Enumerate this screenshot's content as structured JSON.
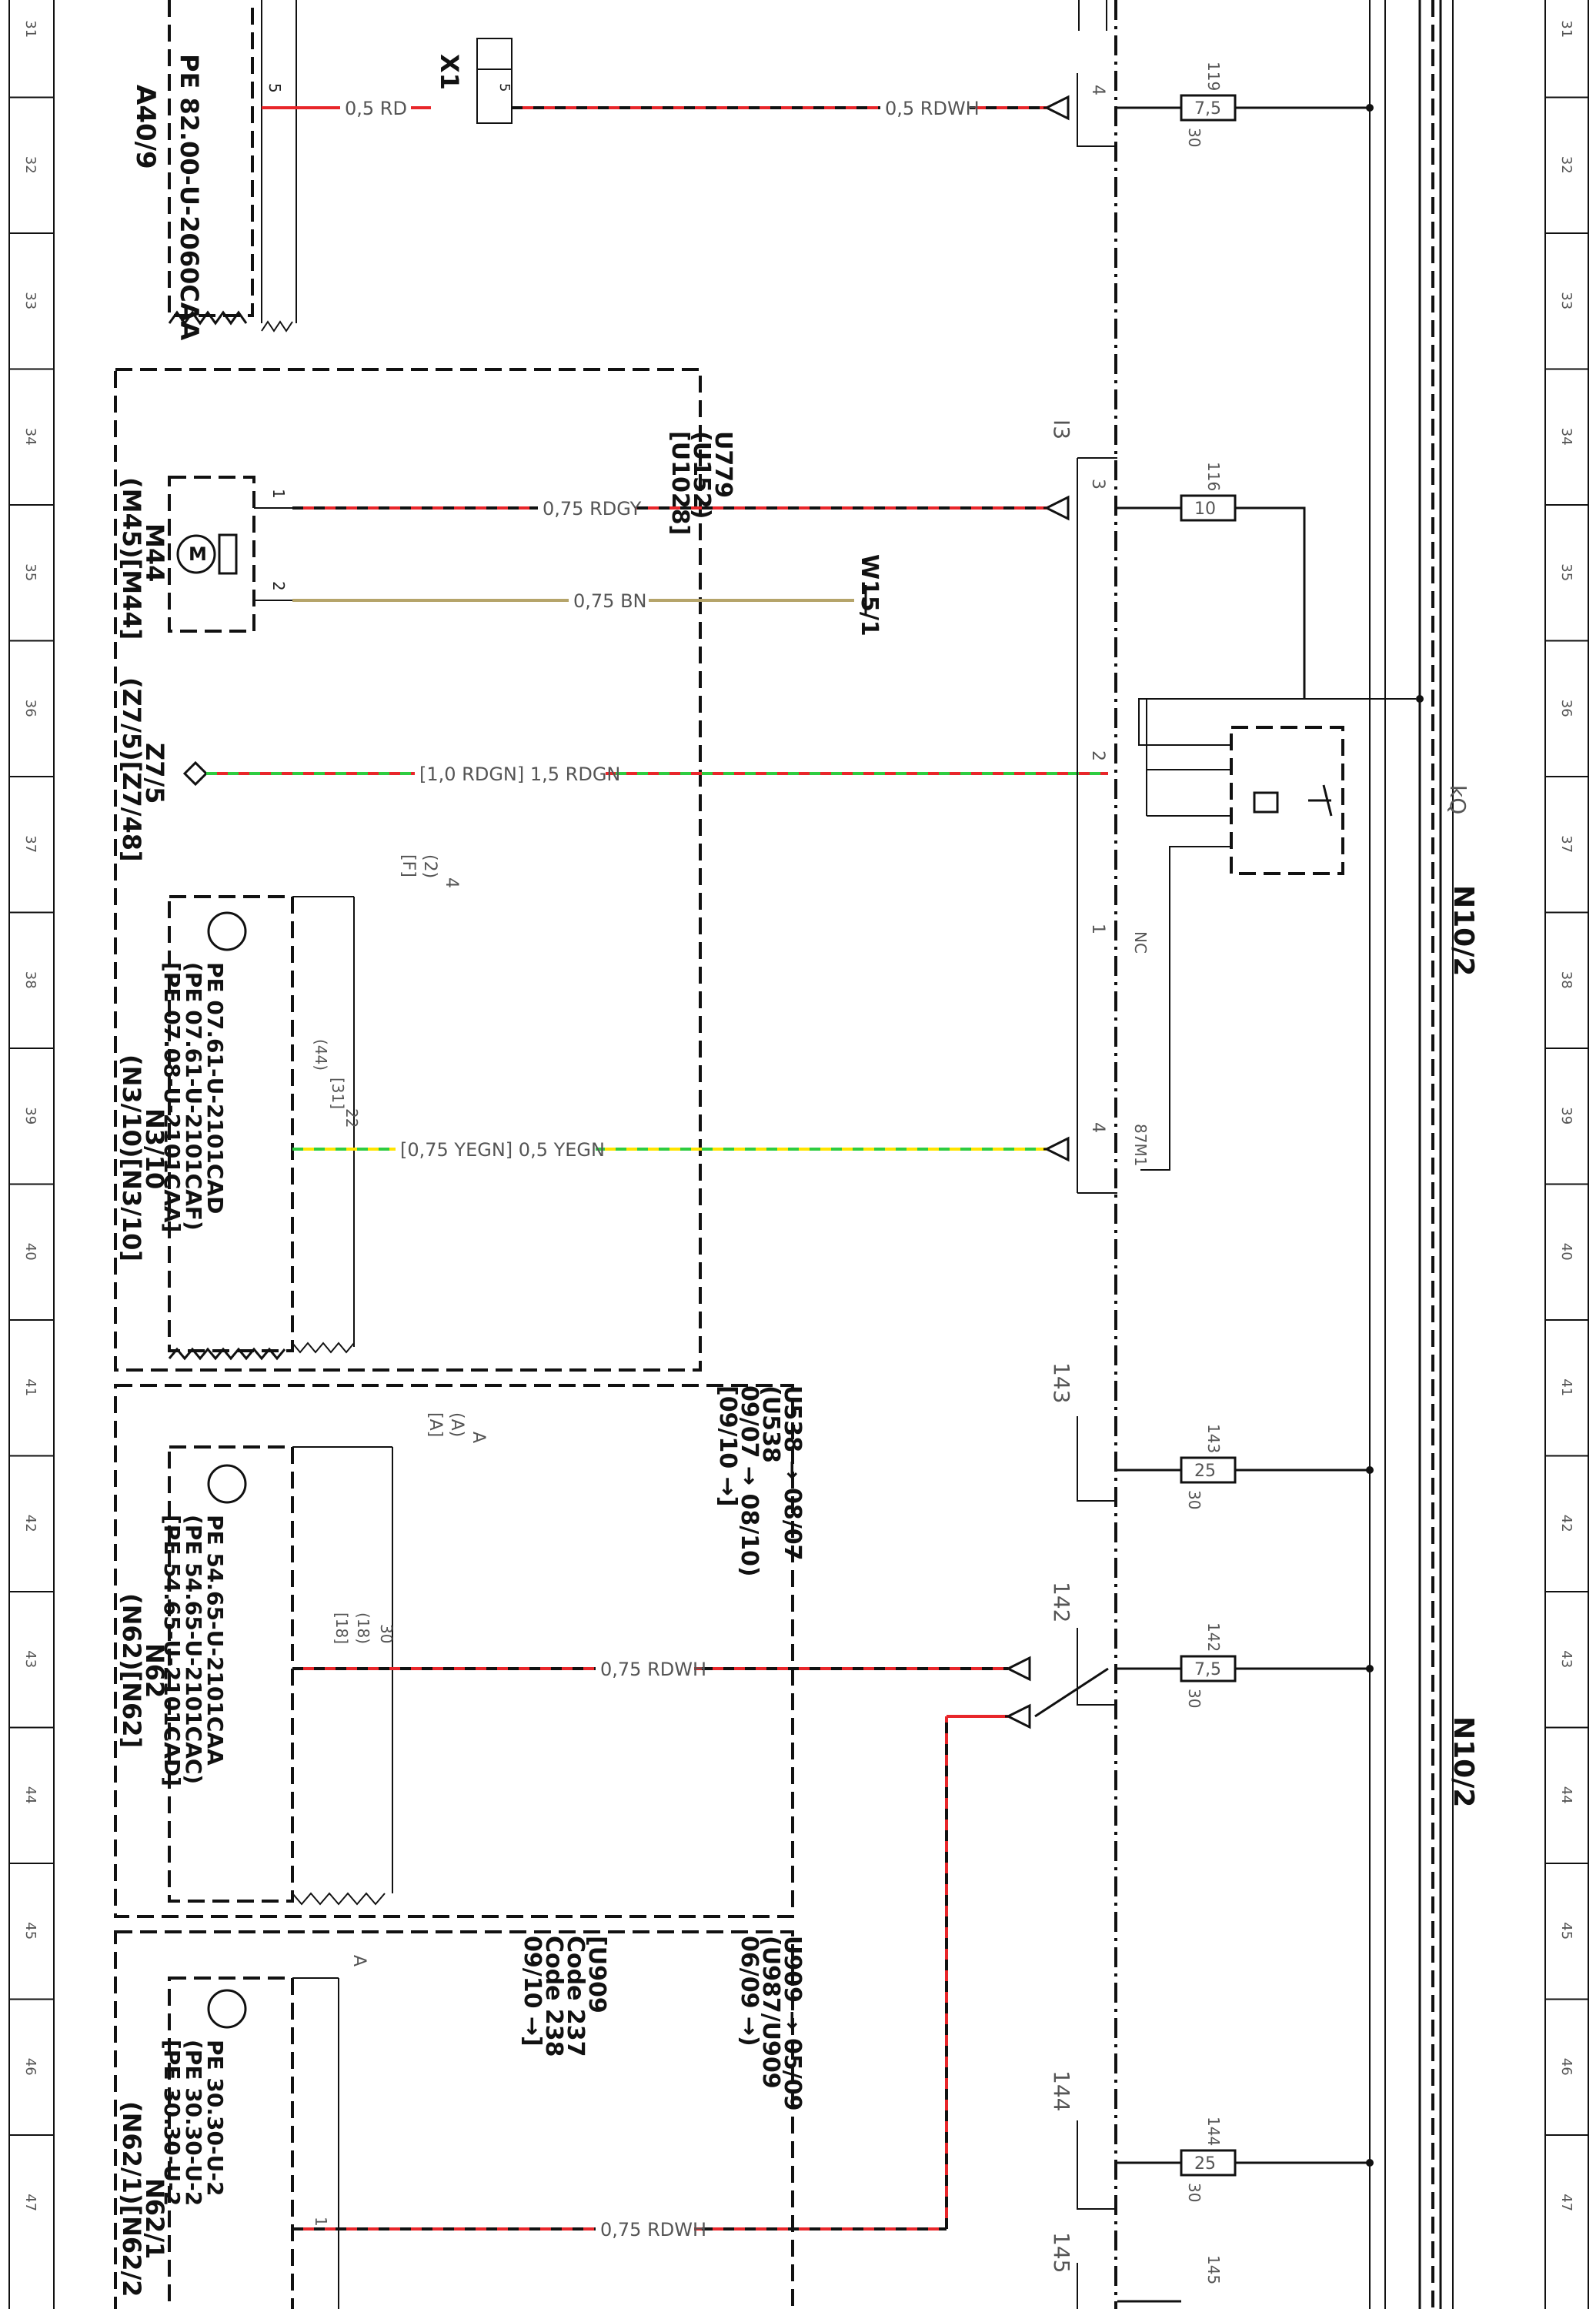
{
  "grid_numbers": [
    "31",
    "32",
    "33",
    "34",
    "35",
    "36",
    "37",
    "38",
    "39",
    "40",
    "41",
    "42",
    "43",
    "44",
    "45",
    "46",
    "47"
  ],
  "colors": {
    "RD": "#e8262a",
    "WH": "#555555",
    "GY": "#9a9a9a",
    "BN": "#b5a46a",
    "GN": "#2ecc40",
    "YE": "#ffe400",
    "ink": "#111111"
  },
  "components": {
    "a40": {
      "name": "A40/9",
      "pe": "PE 82.00-U-2060CAA"
    },
    "x1": {
      "name": "X1",
      "pin": "5"
    },
    "m44": {
      "name": "M44",
      "alt": "(M45)[M44]",
      "codes": [
        "U779",
        "(U152)",
        "[U1028]"
      ]
    },
    "z75": {
      "name": "Z7/5",
      "alt": "(Z7/5)[Z7/48]"
    },
    "w151": {
      "name": "W15/1"
    },
    "n310": {
      "name": "N3/10",
      "alt": "(N3/10)[N3/10]",
      "pe": [
        "PE 07.61-U-2101CAD",
        "(PE 07.61-U-2101CAF)",
        "[PE 07.08-U-2101CAA]"
      ],
      "pin_top": "4",
      "pin_top_alt": "(2)",
      "pin_top_alt2": "[F]",
      "pin": "22",
      "pin_alt": "(44)",
      "pin_alt2": "[31]"
    },
    "n62": {
      "name": "N62",
      "alt": "(N62)[N62]",
      "pe": [
        "PE 54.65-U-2101CAA",
        "(PE 54.65-U-2101CAC)",
        "[PE 54.65-U-2101CAD]"
      ],
      "codes": [
        "U538 → 08/07",
        "(U538",
        "09/07 → 08/10)",
        "[09/10 →]"
      ],
      "pin_top": "A",
      "pin_top_alt": "(A)",
      "pin_top_alt2": "[A]",
      "pin": "30",
      "pin_alt": "(18)",
      "pin_alt2": "[18]"
    },
    "n621": {
      "name": "N62/1",
      "alt": "(N62/1)[N62/2",
      "pe": [
        "PE 30.30-U-2",
        "(PE 30.30-U-2",
        "[PE 30.30-U-2"
      ],
      "codes": [
        "U909 → 05/09",
        "(U987/U909",
        "06/09 →)",
        "[U909",
        "Code 237",
        "Code 238",
        "09/10 →]"
      ],
      "pin_top": "A",
      "pin": "1"
    },
    "n102": {
      "name": "N10/2",
      "kq": "kQ"
    }
  },
  "wires": {
    "w1a": "0,5 RD",
    "w1b": "0,5 RDWH",
    "w2": "0,75 RDGY",
    "w3": "0,75 BN",
    "w4": "[1,0 RDGN] 1,5 RDGN",
    "w5": "[0,75 YEGN] 0,5 YEGN",
    "w6": "0,75 RDWH",
    "w7": "0,75 RDWH"
  },
  "connector_pins": {
    "p1": "4",
    "p2": "3",
    "p3": "2",
    "p4": "1",
    "p4_label": "NC",
    "p5": "4",
    "p5_label": "87M1",
    "conn_i3": "I3",
    "conn_143": "143",
    "conn_142": "142",
    "conn_144": "144",
    "conn_145": "145"
  },
  "fuses": [
    {
      "id": "119",
      "rating": "7,5",
      "terminal": "30"
    },
    {
      "id": "116",
      "rating": "10",
      "terminal": ""
    },
    {
      "id": "143",
      "rating": "25",
      "terminal": "30"
    },
    {
      "id": "142",
      "rating": "7,5",
      "terminal": "30"
    },
    {
      "id": "144",
      "rating": "25",
      "terminal": "30"
    },
    {
      "id": "145",
      "rating": "",
      "terminal": ""
    }
  ]
}
